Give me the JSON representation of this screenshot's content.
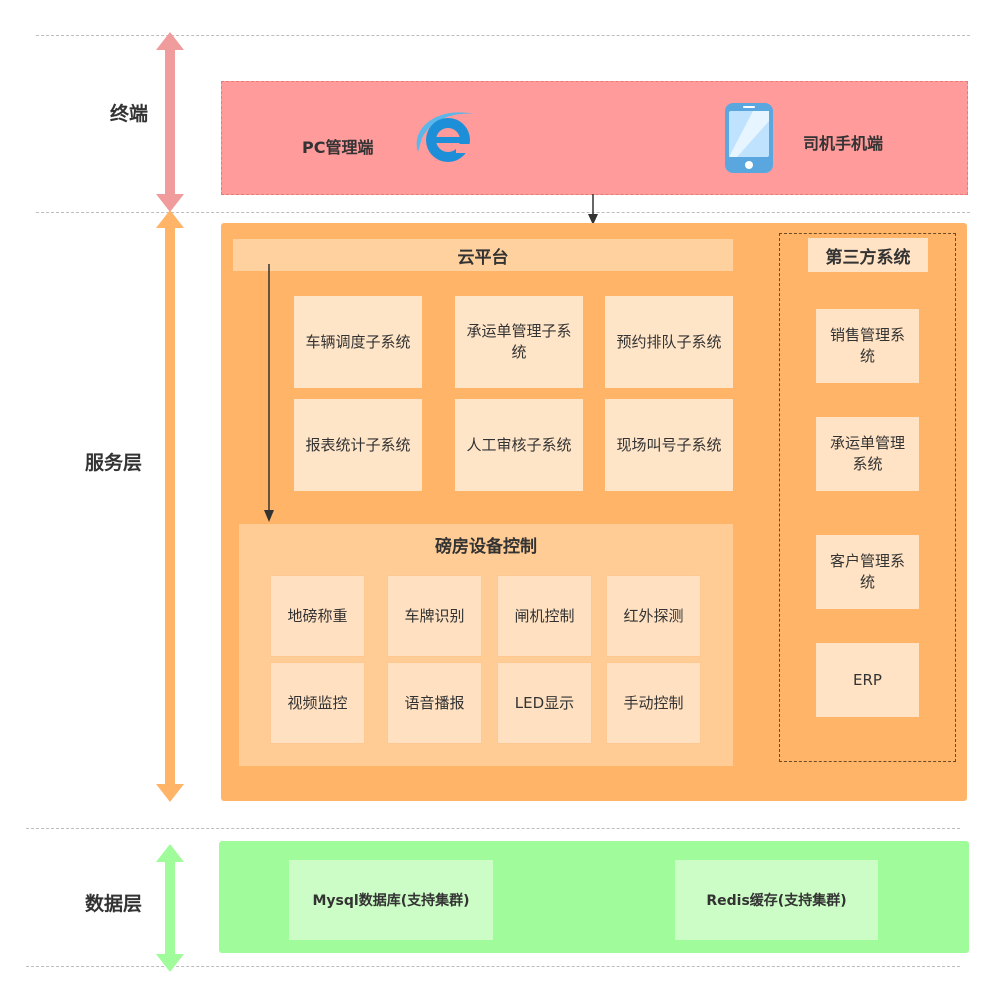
{
  "layers": {
    "terminal": "终端",
    "service": "服务层",
    "data": "数据层"
  },
  "terminal": {
    "pc_label": "PC管理端",
    "mobile_label": "司机手机端"
  },
  "cloud": {
    "title": "云平台",
    "subsystems": [
      "车辆调度子系统",
      "承运单管理子系统",
      "预约排队子系统",
      "报表统计子系统",
      "人工审核子系统",
      "现场叫号子系统"
    ]
  },
  "device": {
    "title": "磅房设备控制",
    "items": [
      "地磅称重",
      "车牌识别",
      "闸机控制",
      "红外探测",
      "视频监控",
      "语音播报",
      "LED显示",
      "手动控制"
    ]
  },
  "third_party": {
    "title": "第三方系统",
    "items": [
      "销售管理系统",
      "承运单管理系统",
      "客户管理系统",
      "ERP"
    ]
  },
  "data_layer": {
    "mysql": "Mysql数据库(支持集群)",
    "redis": "Redis缓存(支持集群)"
  },
  "colors": {
    "terminal_band": "#ff9b9b",
    "service_band": "#ffb468",
    "data_band": "#a0fb9b",
    "terminal_arrow": "#f19c9c",
    "service_arrow": "#ffb468",
    "data_arrow": "#a0fb9b"
  },
  "icons": {
    "pc": "ie-browser-icon",
    "mobile": "smartphone-icon"
  }
}
